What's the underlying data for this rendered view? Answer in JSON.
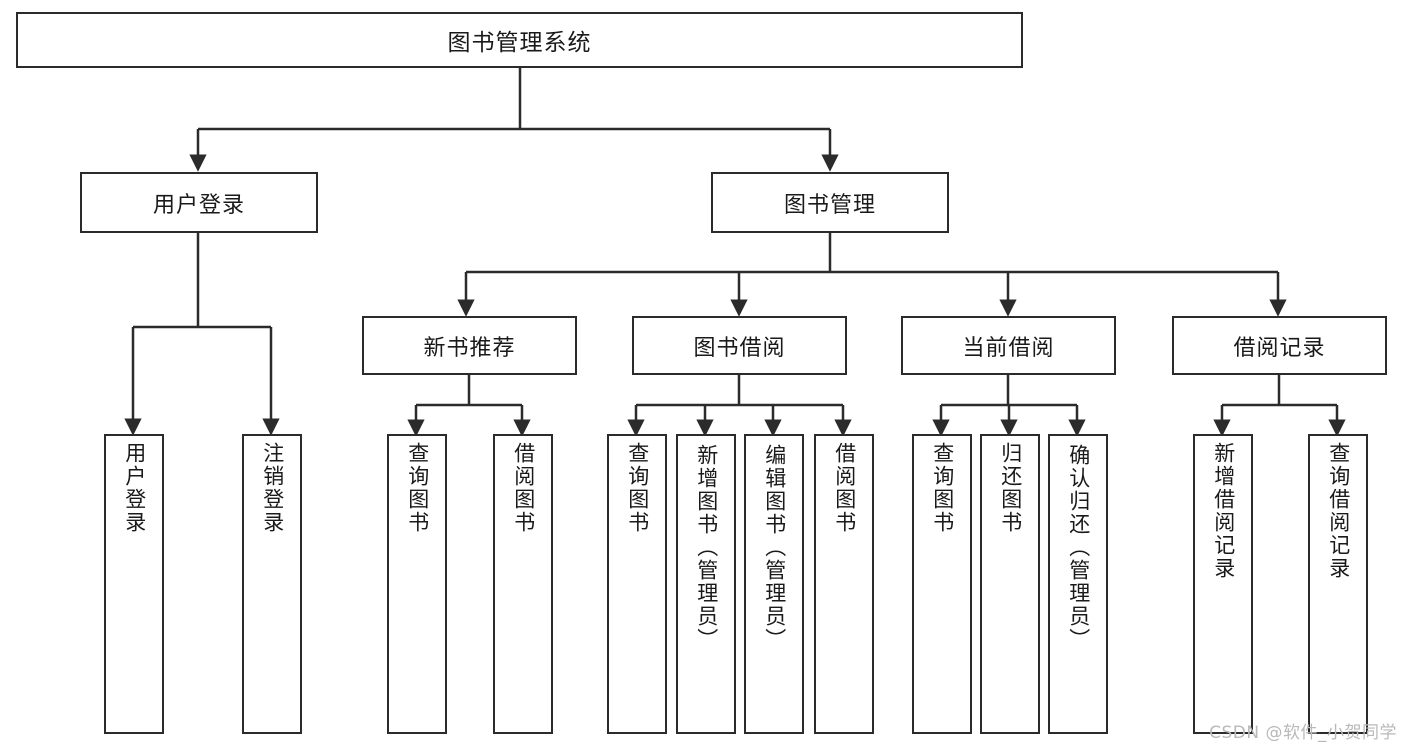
{
  "diagram": {
    "title": "图书管理系统",
    "type": "tree-hierarchy-diagram",
    "root": {
      "label": "图书管理系统"
    },
    "level2": [
      {
        "label": "用户登录"
      },
      {
        "label": "图书管理"
      }
    ],
    "level3": [
      {
        "label": "新书推荐"
      },
      {
        "label": "图书借阅"
      },
      {
        "label": "当前借阅"
      },
      {
        "label": "借阅记录"
      }
    ],
    "leaves": {
      "user_login": [
        {
          "label": "用户登录"
        },
        {
          "label": "注销登录"
        }
      ],
      "new_book_recommend": [
        {
          "label": "查询图书"
        },
        {
          "label": "借阅图书"
        }
      ],
      "book_borrow": [
        {
          "label": "查询图书"
        },
        {
          "label": "新增图书（管理员）"
        },
        {
          "label": "编辑图书（管理员）"
        },
        {
          "label": "借阅图书"
        }
      ],
      "current_borrow": [
        {
          "label": "查询图书"
        },
        {
          "label": "归还图书"
        },
        {
          "label": "确认归还（管理员）"
        }
      ],
      "borrow_records": [
        {
          "label": "新增借阅记录"
        },
        {
          "label": "查询借阅记录"
        }
      ]
    }
  },
  "watermark": {
    "text": "CSDN @软件_小贺同学"
  },
  "colors": {
    "stroke": "#2b2b2b",
    "box_fill": "#ffffff",
    "text": "#1a1a1a",
    "watermark": "#b9b9b9",
    "background": "#ffffff"
  }
}
